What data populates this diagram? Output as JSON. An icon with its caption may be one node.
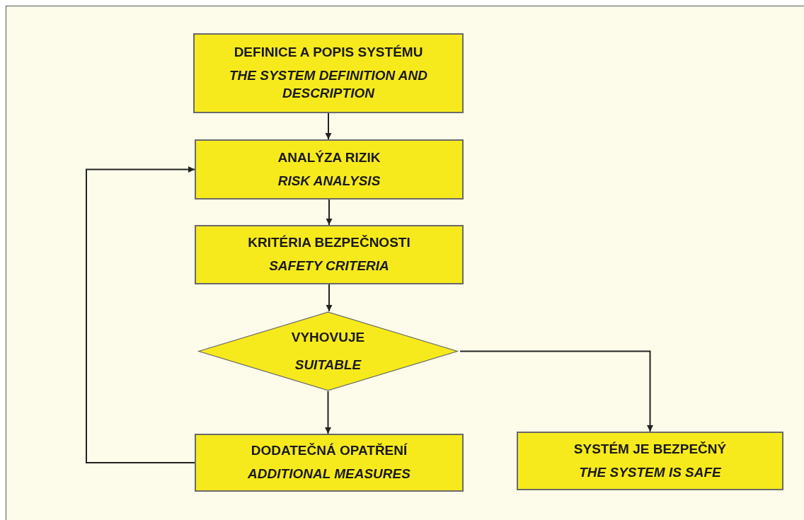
{
  "diagram": {
    "nodes": [
      {
        "text": [
          "DEFINICE A POPIS SYSTÉMU",
          "THE SYSTEM DEFINITION AND DESCRIPTION"
        ]
      },
      {
        "text": [
          "ANALÝZA RIZIK",
          "RISK ANALYSIS"
        ]
      },
      {
        "text": [
          "KRITÉRIA BEZPEČNOSTI",
          "SAFETY CRITERIA"
        ]
      },
      {
        "text": [
          "VYHOVUJE",
          "SUITABLE"
        ]
      },
      {
        "text": [
          "DODATEČNÁ OPATŘENÍ",
          "ADDITIONAL MEASURES"
        ]
      },
      {
        "text": [
          "SYSTÉM JE BEZPEČNÝ",
          "THE SYSTEM IS SAFE"
        ]
      }
    ],
    "edges": [
      {
        "from": 0,
        "to": 1,
        "arrow": "to"
      },
      {
        "from": 1,
        "to": 2,
        "arrow": "to"
      },
      {
        "from": 2,
        "to": 3,
        "arrow": "to"
      },
      {
        "from": 3,
        "to": 4,
        "arrow": "to"
      },
      {
        "from": 3,
        "to": 5,
        "arrow": "to"
      },
      {
        "from": 4,
        "to": 1,
        "arrow": "to"
      }
    ]
  }
}
